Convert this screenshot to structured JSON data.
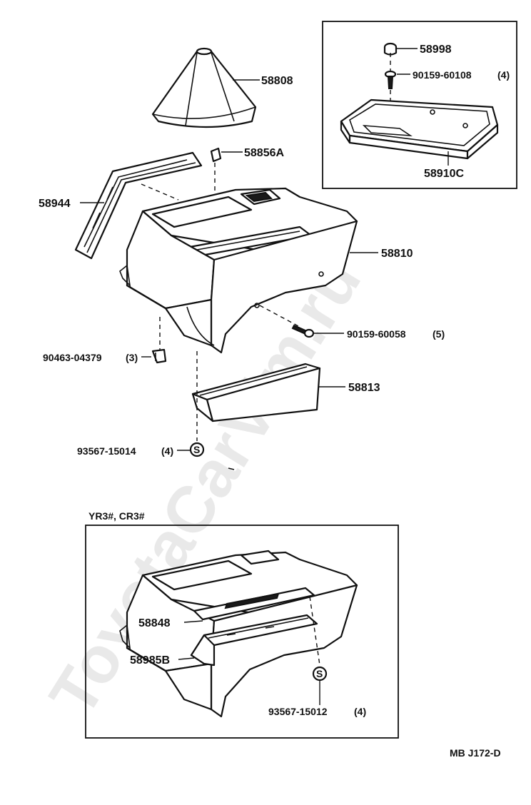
{
  "watermark": "ToyotaCarVim.ru",
  "parts": {
    "shift_boot": "58808",
    "clip_top": "58856A",
    "side_trim": "58944",
    "console_box": "58810",
    "screw": "90159-60058",
    "screw_qty": "(5)",
    "clip_bottom": "90463-04379",
    "clip_bottom_qty": "(3)",
    "tray": "58813",
    "screw_s1": "93567-15014",
    "screw_s1_qty": "(4)",
    "s_marker": "S"
  },
  "inset_top": {
    "cap": "58998",
    "bolt": "90159-60108",
    "bolt_qty": "(4)",
    "lid": "58910C"
  },
  "inset_bottom": {
    "variant_label": "YR3#, CR3#",
    "plate": "58848",
    "bracket": "58985B",
    "screw": "93567-15012",
    "screw_qty": "(4)",
    "s_marker": "S"
  },
  "figure_code": "MB J172-D"
}
